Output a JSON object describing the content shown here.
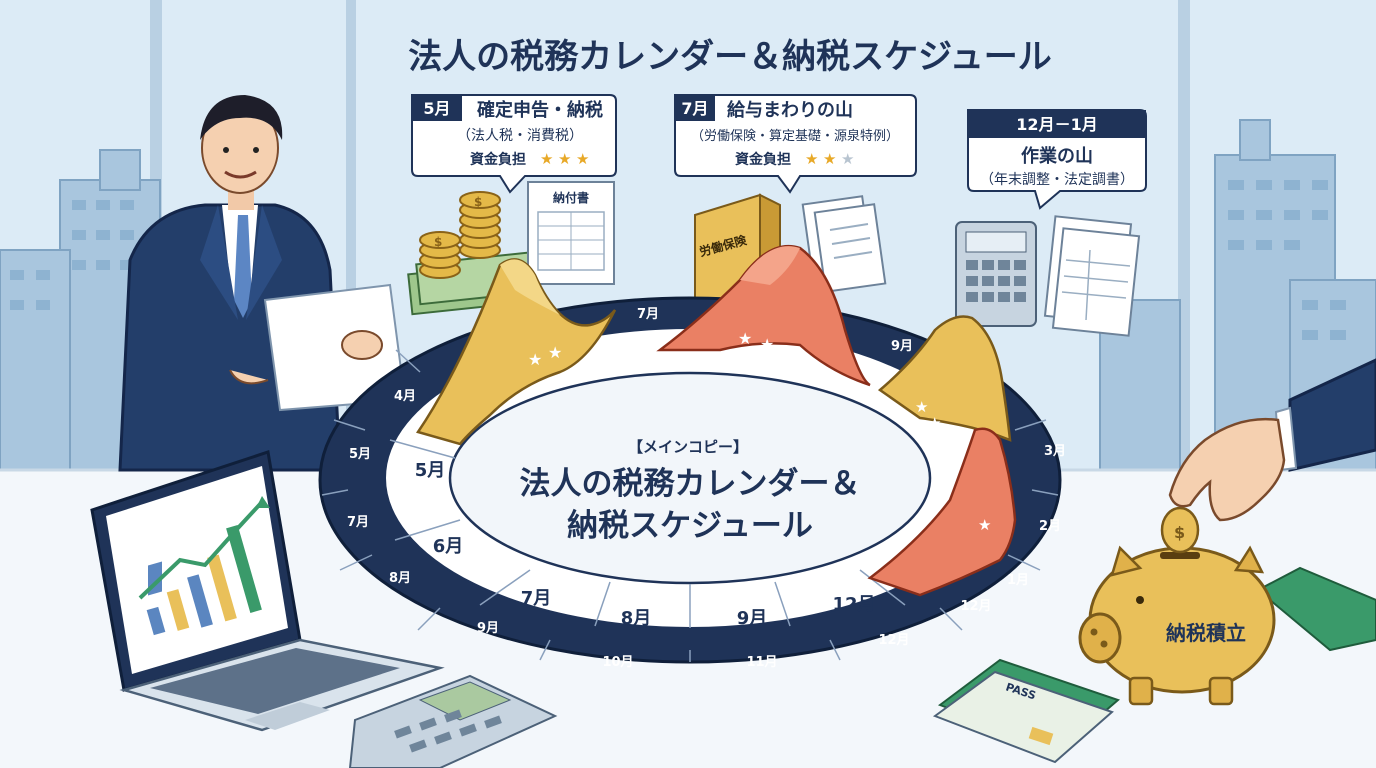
{
  "header": {
    "title": "法人の税務カレンダー＆納税スケジュール"
  },
  "callouts": [
    {
      "month": "5月",
      "title": "確定申告・納税",
      "detail": "（法人税・消費税）",
      "burden_label": "資金負担",
      "stars": 3
    },
    {
      "month": "7月",
      "title": "給与まわりの山",
      "detail": "（労働保険・算定基礎・源泉特例）",
      "burden_label": "資金負担",
      "stars": 2
    },
    {
      "month": "12月－1月",
      "title": "作業の山",
      "detail": "（年末調整・法定調書）"
    }
  ],
  "center": {
    "label": "【メインコピー】",
    "line1": "法人の税務カレンダー＆",
    "line2": "納税スケジュール"
  },
  "outer_ring_months": [
    "7月",
    "9月",
    "4月",
    "3月",
    "5月",
    "2月",
    "7月",
    "1月",
    "8月",
    "12月",
    "9月",
    "12月",
    "10月",
    "11月"
  ],
  "inner_ring_months": [
    "5月",
    "6月",
    "7月",
    "8月",
    "9月",
    "12月"
  ],
  "props": {
    "tax_slip_label": "納付書",
    "binder_label": "労働保険",
    "piggy_label": "納税積立",
    "card_label": "PASS"
  },
  "colors": {
    "navy": "#1f3358",
    "gold": "#e9c05a",
    "salmon": "#ea8064",
    "sky": "#eaf3fa",
    "green": "#3a9a6a"
  },
  "icons": [
    "businessman",
    "laptop-chart-icon",
    "coins-icon",
    "tax-slip-icon",
    "binder-icon",
    "document-icon",
    "calculator-icon",
    "piggy-bank-icon",
    "hand-icon",
    "card-icon",
    "star-icon"
  ]
}
